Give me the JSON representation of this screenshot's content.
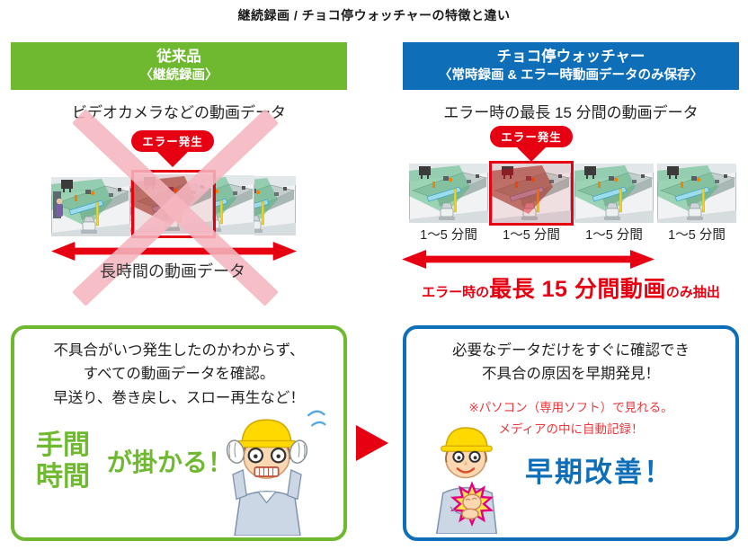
{
  "title": "継続録画 / チョコ停ウォッチャーの特徴と違い",
  "colors": {
    "green": "#6eb92f",
    "blue": "#0e6eb8",
    "red": "#e60012",
    "pink_cross": "#f5b6c0",
    "note_red": "#e8383d"
  },
  "left": {
    "header_line1": "従来品",
    "header_line2": "〈継続録画〉",
    "subtitle": "ビデオカメラなどの動画データ",
    "error_badge": "エラー発生",
    "arrow_label": "長時間の動画データ",
    "box": {
      "line1": "不具合がいつ発生したのかわからず、",
      "line2": "すべての動画データを確認。",
      "line3": "早送り、巻き戻し、スロー再生など！",
      "big_word1": "手間",
      "big_word2": "時間",
      "big_suffix": "が掛かる！"
    }
  },
  "right": {
    "header_line1": "チョコ停ウォッチャー",
    "header_line2": "〈常時録画 & エラー時動画データのみ保存〉",
    "subtitle": "エラー時の最長 15 分間の動画データ",
    "error_badge": "エラー発生",
    "frame_labels": [
      "1〜5 分間",
      "1〜5 分間",
      "1〜5 分間",
      "1〜5 分間"
    ],
    "extract_prefix": "エラー時の",
    "extract_big": "最長 15 分間動画",
    "extract_suffix": "のみ抽出",
    "box": {
      "line1": "必要なデータだけをすぐに確認でき",
      "line2": "不具合の原因を早期発見！",
      "note1": "※パソコン（専用ソフト）で見れる。",
      "note2": "メディアの中に自動記録！",
      "big": "早期改善！"
    }
  }
}
